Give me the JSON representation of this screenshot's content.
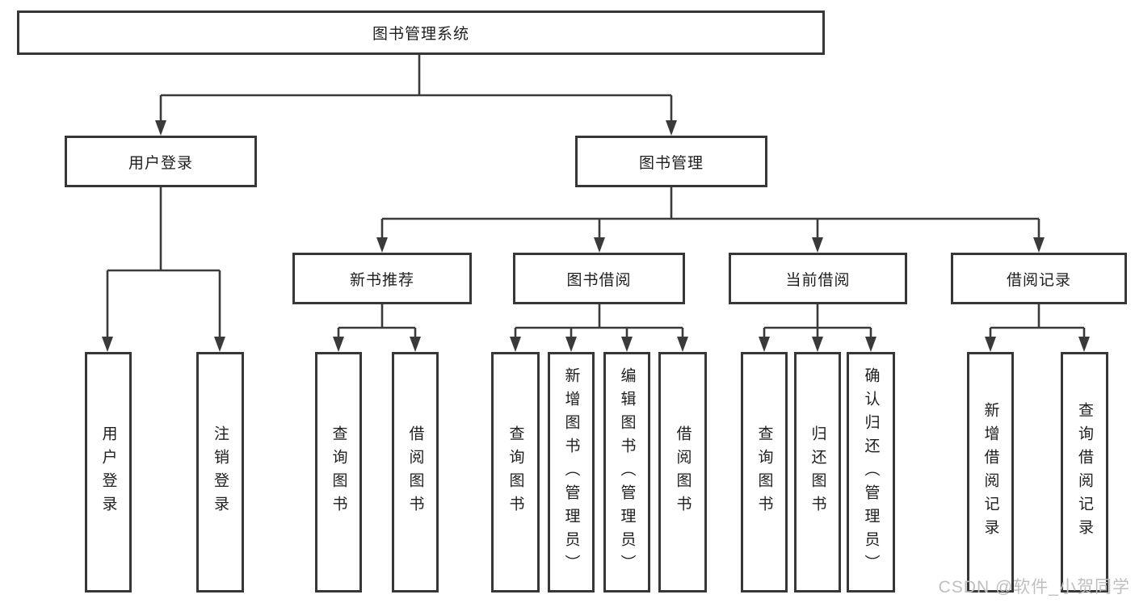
{
  "tree": {
    "root": {
      "label": "图书管理系统",
      "children": [
        {
          "label": "用户登录",
          "children": [
            {
              "label": "用户登录"
            },
            {
              "label": "注销登录"
            }
          ]
        },
        {
          "label": "图书管理",
          "children": [
            {
              "label": "新书推荐",
              "children": [
                {
                  "label": "查询图书"
                },
                {
                  "label": "借阅图书"
                }
              ]
            },
            {
              "label": "图书借阅",
              "children": [
                {
                  "label": "查询图书"
                },
                {
                  "label": "新增图书（管理员）"
                },
                {
                  "label": "编辑图书（管理员）"
                },
                {
                  "label": "借阅图书"
                }
              ]
            },
            {
              "label": "当前借阅",
              "children": [
                {
                  "label": "查询图书"
                },
                {
                  "label": "归还图书"
                },
                {
                  "label": "确认归还（管理员）"
                }
              ]
            },
            {
              "label": "借阅记录",
              "children": [
                {
                  "label": "新增借阅记录"
                },
                {
                  "label": "查询借阅记录"
                }
              ]
            }
          ]
        }
      ]
    }
  },
  "watermark": {
    "text": "CSDN @软件_小贺同学",
    "color": "#bfbfbf"
  },
  "colors": {
    "line": "#3a3a3a",
    "box_border": "#373737",
    "text": "#1e1e1e",
    "background": "#ffffff"
  }
}
